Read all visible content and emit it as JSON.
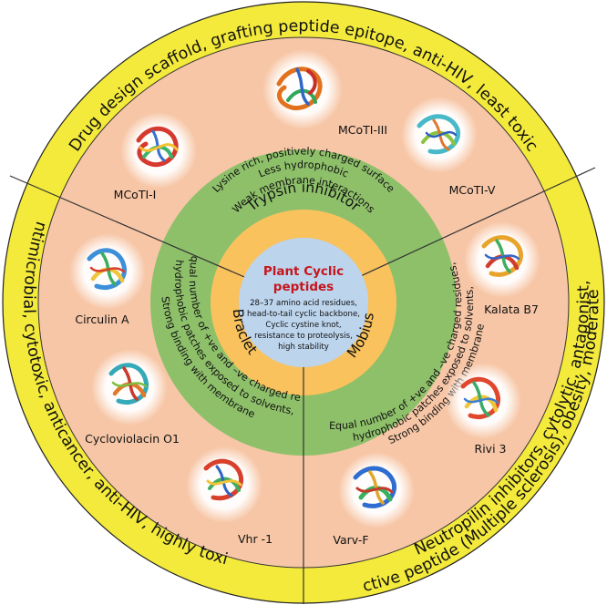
{
  "center": {
    "title_line1": "Plant Cyclic",
    "title_line2": "peptides",
    "desc": [
      "28–37 amino acid residues,",
      "head-to-tail cyclic backbone,",
      "Cyclic cystine knot,",
      "resistance to proteolysis,",
      "high stability"
    ]
  },
  "classes": {
    "trypsin": "Trypsin inhibitor",
    "braclet": "Braclet",
    "mobius": "Mobius"
  },
  "green_ring": {
    "trypsin": [
      "Lysine rich, positively charged surface",
      "Less hydrophobic",
      "Weak membrane interactions"
    ],
    "braclet": [
      "Equal number of +ve and –ve charged res,",
      "hydrophobic patches exposed to solvents,",
      "Strong binding with membrane"
    ],
    "mobius": [
      "Equal number of +ve and –ve charged residues,",
      "hydrophobic patches exposed to solvents,",
      "Strong binding with membrane"
    ]
  },
  "outer_ring": {
    "trypsin": "Drug design scaffold, grafting peptide epitope, anti-HIV, least toxic",
    "braclet": "Antimicrobial, cytotoxic, anticancer, anti-HIV, highly toxic",
    "mobius_line1": "Neutropilin inhibitors, cytolytic, antagonist,",
    "mobius_line2": "Orally active peptide (Multiple sclerosis), obesity, moderately toxic"
  },
  "peptides": [
    {
      "label": "MCoTI-I"
    },
    {
      "label": "MCoTI-III"
    },
    {
      "label": "MCoTI-V"
    },
    {
      "label": "Kalata B7"
    },
    {
      "label": "Rivi 3"
    },
    {
      "label": "Varv-F"
    },
    {
      "label": "Vhr -1"
    },
    {
      "label": "Cycloviolacin O1"
    },
    {
      "label": "Circulin A"
    }
  ],
  "colors": {
    "outer_ring": "#f3ea3c",
    "peach_ring": "#f7c6a6",
    "green_ring": "#8ec06a",
    "orange_ring": "#f9c25d",
    "center": "#bcd4ec",
    "divider": "#333333",
    "center_title": "#c4161c"
  },
  "icons": [
    "protein-structure-icon"
  ]
}
